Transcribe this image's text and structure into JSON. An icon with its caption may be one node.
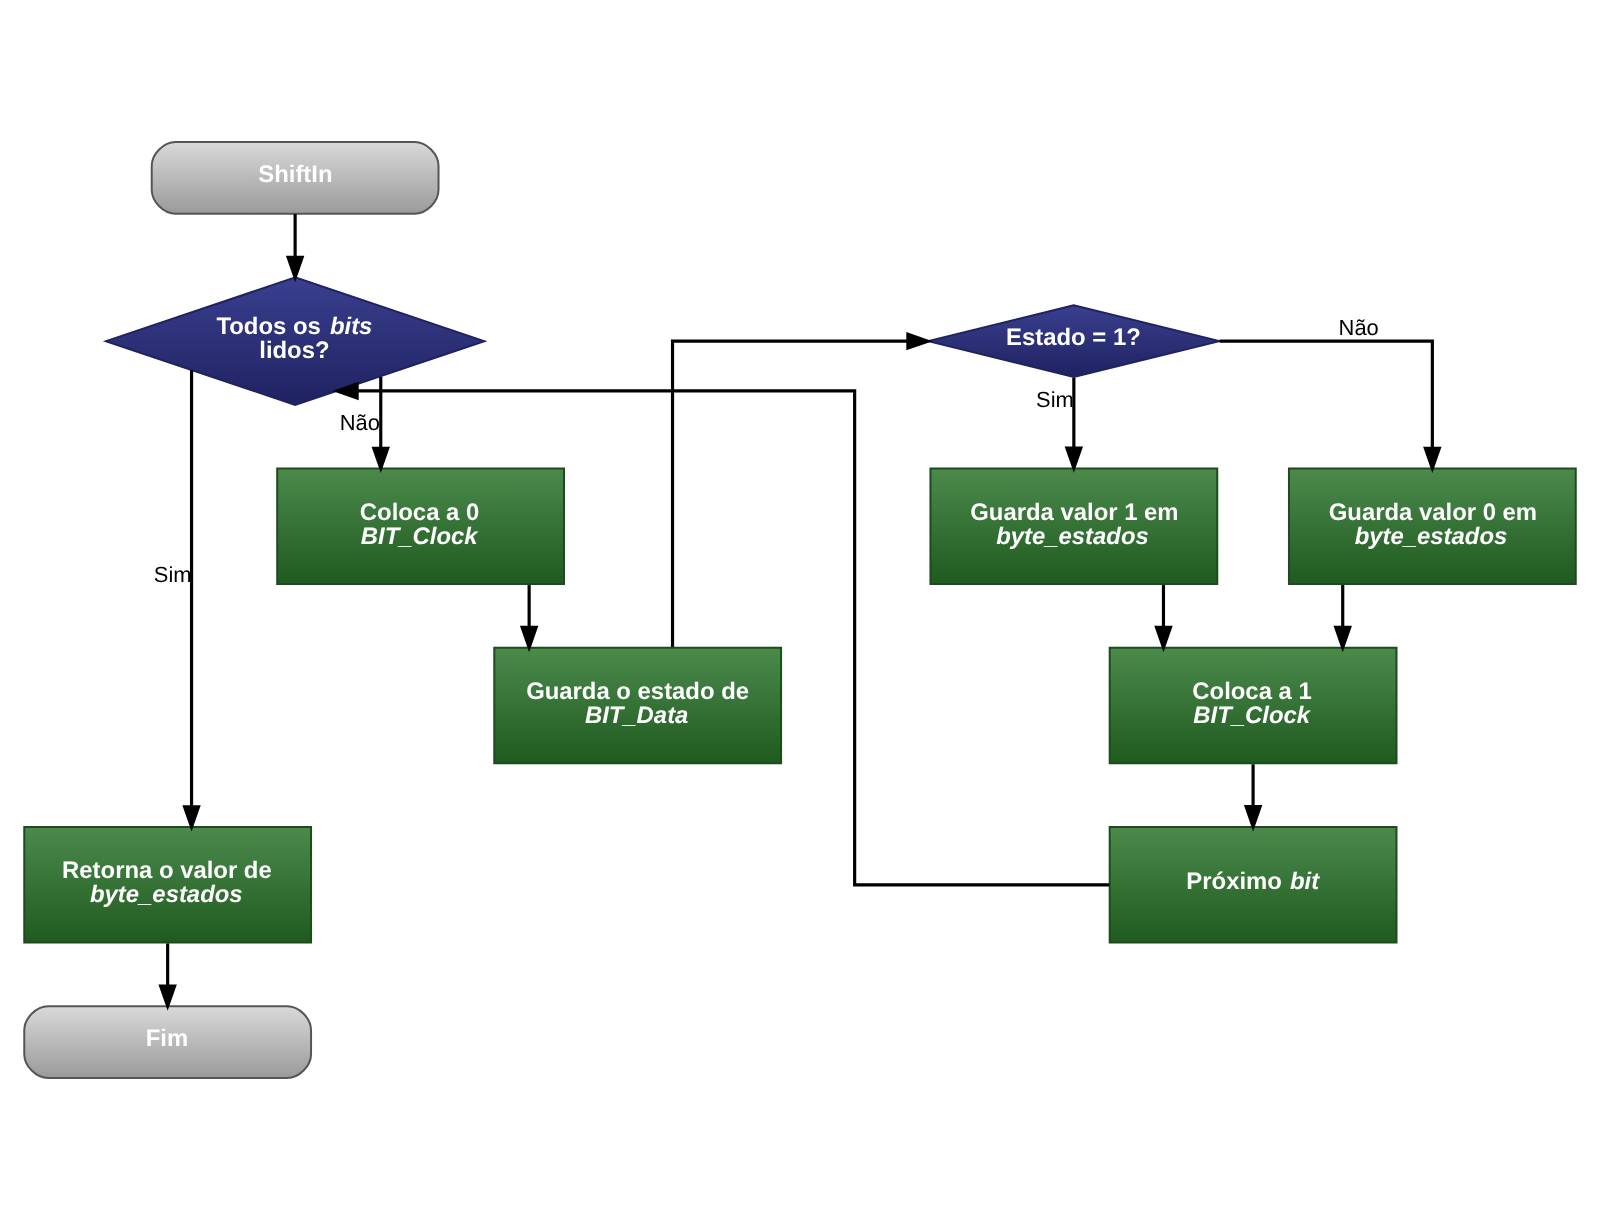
{
  "diagram": {
    "nodes": [
      {
        "text": [
          "ShiftIn"
        ]
      },
      {
        "text": [
          "Todos os *bits* lidos?"
        ]
      },
      {
        "text": [
          "Coloca a 0 *BIT_Clock*"
        ]
      },
      {
        "text": [
          "Guarda o estado de *BIT_Data*"
        ]
      },
      {
        "text": [
          "Retorna o valor de *byte_estados*"
        ]
      },
      {
        "text": [
          "Fim"
        ]
      },
      {
        "text": [
          "Estado = 1?"
        ]
      },
      {
        "text": [
          "Guarda valor 1 em *byte_estados*"
        ]
      },
      {
        "text": [
          "Guarda valor 0 em *byte_estados*"
        ]
      },
      {
        "text": [
          "Coloca a 1 *BIT_Clock*"
        ]
      },
      {
        "text": [
          "Próximo *bit*"
        ]
      }
    ],
    "edges": [
      {
        "from": 0,
        "to": 1,
        "arrow": "to"
      },
      {
        "from": 1,
        "to": 4,
        "arrow": "to",
        "label": "Sim"
      },
      {
        "from": 1,
        "to": 2,
        "arrow": "to",
        "label": "Não"
      },
      {
        "from": 2,
        "to": 3,
        "arrow": "to"
      },
      {
        "from": 3,
        "to": 6,
        "arrow": "to"
      },
      {
        "from": 6,
        "to": 7,
        "arrow": "to",
        "label": "Sim"
      },
      {
        "from": 6,
        "to": 8,
        "arrow": "to",
        "label": "Não"
      },
      {
        "from": 7,
        "to": 9,
        "arrow": "to"
      },
      {
        "from": 8,
        "to": 9,
        "arrow": "to"
      },
      {
        "from": 9,
        "to": 10,
        "arrow": "to"
      },
      {
        "from": 10,
        "to": 1,
        "arrow": "to"
      },
      {
        "from": 4,
        "to": 5,
        "arrow": "to"
      }
    ]
  }
}
